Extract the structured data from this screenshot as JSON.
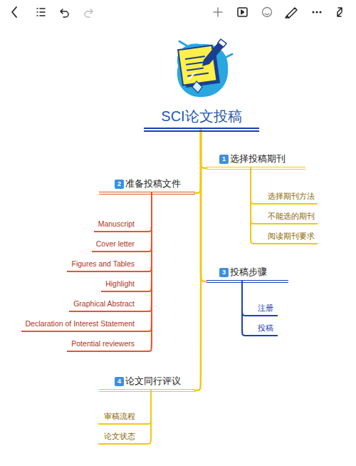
{
  "diagram": {
    "title": "SCI论文投稿",
    "nodes": [
      {
        "text": [
          "SCI论文投稿"
        ]
      },
      {
        "text": [
          "1",
          "选择投稿期刊"
        ]
      },
      {
        "text": [
          "选择期刊方法"
        ]
      },
      {
        "text": [
          "不能选的期刊"
        ]
      },
      {
        "text": [
          "阅读期刊要求"
        ]
      },
      {
        "text": [
          "2",
          "准备投稿文件"
        ]
      },
      {
        "text": [
          "Manuscript"
        ]
      },
      {
        "text": [
          "Cover letter"
        ]
      },
      {
        "text": [
          "Figures and Tables"
        ]
      },
      {
        "text": [
          "Highlight"
        ]
      },
      {
        "text": [
          "Graphical Abstract"
        ]
      },
      {
        "text": [
          "Declaration of Interest Statement"
        ]
      },
      {
        "text": [
          "Potential reviewers"
        ]
      },
      {
        "text": [
          "3",
          "投稿步骤"
        ]
      },
      {
        "text": [
          "注册"
        ]
      },
      {
        "text": [
          "投稿"
        ]
      },
      {
        "text": [
          "4",
          "论文同行评议"
        ]
      },
      {
        "text": [
          "审稿流程"
        ]
      },
      {
        "text": [
          "论文状态"
        ]
      }
    ],
    "edges": [
      {
        "from": 0,
        "to": 1,
        "arrow": "none"
      },
      {
        "from": 0,
        "to": 5,
        "arrow": "none"
      },
      {
        "from": 0,
        "to": 13,
        "arrow": "none"
      },
      {
        "from": 0,
        "to": 16,
        "arrow": "none"
      },
      {
        "from": 1,
        "to": 2,
        "arrow": "none"
      },
      {
        "from": 1,
        "to": 3,
        "arrow": "none"
      },
      {
        "from": 1,
        "to": 4,
        "arrow": "none"
      },
      {
        "from": 5,
        "to": 6,
        "arrow": "none"
      },
      {
        "from": 5,
        "to": 7,
        "arrow": "none"
      },
      {
        "from": 5,
        "to": 8,
        "arrow": "none"
      },
      {
        "from": 5,
        "to": 9,
        "arrow": "none"
      },
      {
        "from": 5,
        "to": 10,
        "arrow": "none"
      },
      {
        "from": 5,
        "to": 11,
        "arrow": "none"
      },
      {
        "from": 5,
        "to": 12,
        "arrow": "none"
      },
      {
        "from": 13,
        "to": 14,
        "arrow": "none"
      },
      {
        "from": 13,
        "to": 15,
        "arrow": "none"
      },
      {
        "from": 16,
        "to": 17,
        "arrow": "none"
      },
      {
        "from": 16,
        "to": 18,
        "arrow": "none"
      }
    ]
  }
}
